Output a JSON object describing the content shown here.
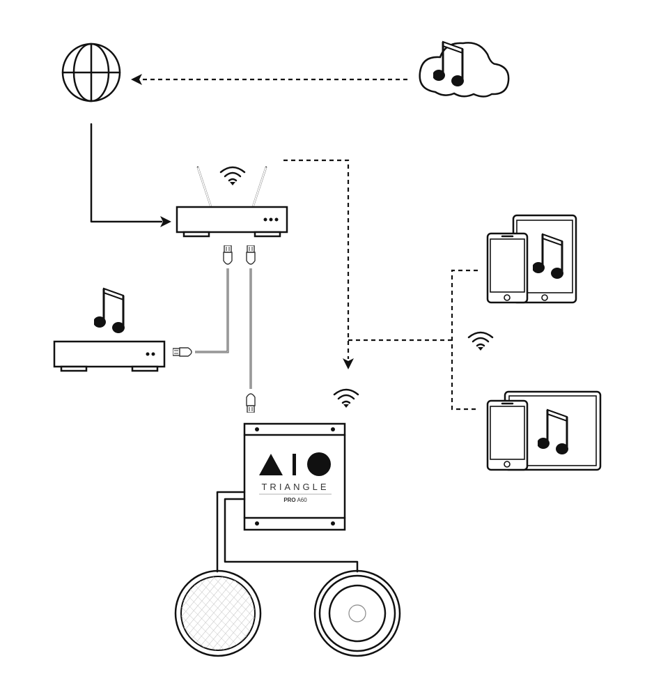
{
  "diagram": {
    "type": "network-audio-setup",
    "nodes": [
      {
        "id": "internet",
        "label": "internet-globe"
      },
      {
        "id": "cloud-music",
        "label": "cloud-music-service"
      },
      {
        "id": "router",
        "label": "wifi-router"
      },
      {
        "id": "media-server",
        "label": "music-media-server"
      },
      {
        "id": "amplifier",
        "label": "streaming-amplifier"
      },
      {
        "id": "speaker-left",
        "label": "speaker-grille"
      },
      {
        "id": "speaker-right",
        "label": "speaker-driver"
      },
      {
        "id": "devices-top",
        "label": "phone-and-tablet"
      },
      {
        "id": "devices-bottom",
        "label": "phone-and-tablet-landscape"
      }
    ],
    "connections": [
      {
        "from": "cloud-music",
        "to": "internet",
        "style": "dashed"
      },
      {
        "from": "internet",
        "to": "router",
        "style": "solid"
      },
      {
        "from": "router",
        "to": "amplifier",
        "style": "dashed-wifi"
      },
      {
        "from": "router",
        "to": "media-server",
        "style": "ethernet"
      },
      {
        "from": "router",
        "to": "amplifier",
        "style": "ethernet"
      },
      {
        "from": "devices-top",
        "to": "amplifier",
        "style": "dashed-wifi"
      },
      {
        "from": "devices-bottom",
        "to": "amplifier",
        "style": "dashed-wifi"
      },
      {
        "from": "amplifier",
        "to": "speaker-left",
        "style": "solid"
      },
      {
        "from": "amplifier",
        "to": "speaker-right",
        "style": "solid"
      }
    ]
  },
  "amplifier": {
    "logo": "AIO",
    "brand": "TRIANGLE",
    "model_prefix": "PRO",
    "model_suffix": "A60"
  },
  "icons": {
    "globe": "globe-icon",
    "cloud": "cloud-music-icon",
    "wifi": "wifi-icon",
    "note": "music-note-icon",
    "ethernet": "ethernet-plug-icon"
  }
}
